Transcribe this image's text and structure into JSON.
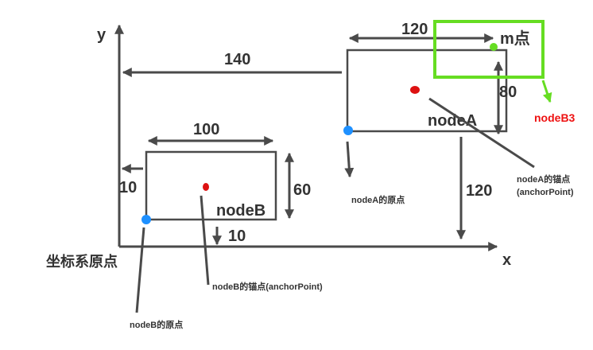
{
  "diagram": {
    "axis_y_label": "y",
    "axis_x_label": "x",
    "origin_label": "坐标系原点",
    "node_a": {
      "name": "nodeA",
      "width_label": "120",
      "height_label": "80",
      "offset_x_label": "140",
      "offset_y_label": "120",
      "origin_caption": "nodeA的原点",
      "anchor_caption_line1": "nodeA的锚点",
      "anchor_caption_line2": "(anchorPoint)"
    },
    "node_b": {
      "name": "nodeB",
      "width_label": "100",
      "height_label": "60",
      "offset_x_label": "10",
      "offset_y_label": "10",
      "origin_caption": "nodeB的原点",
      "anchor_caption": "nodeB的锚点(anchorPoint)"
    },
    "node_b3": {
      "name": "nodeB3",
      "point_label": "m点"
    },
    "colors": {
      "line": "#4a4a4a",
      "origin_dot": "#1e90ff",
      "anchor_dot": "#dd1111",
      "highlight": "#66dd22",
      "node_b3_text": "#ee1111"
    }
  }
}
